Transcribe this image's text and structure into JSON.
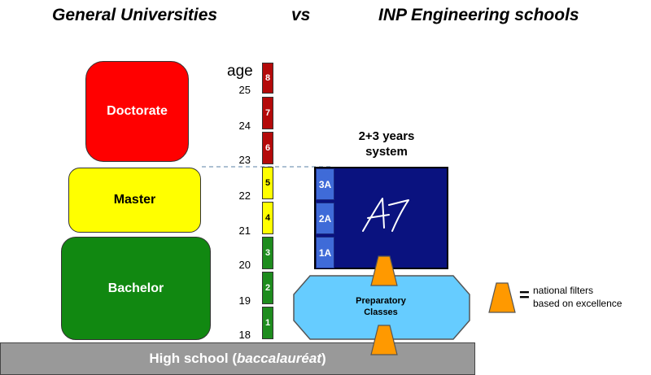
{
  "header": {
    "left_title": "General Universities",
    "vs": "vs",
    "right_title": "INP Engineering schools"
  },
  "university_levels": {
    "doctorate": "Doctorate",
    "master": "Master",
    "bachelor": "Bachelor"
  },
  "age_column": {
    "title": "age",
    "ages": [
      "25",
      "24",
      "23",
      "22",
      "21",
      "20",
      "19",
      "18"
    ]
  },
  "year_blocks": [
    "8",
    "7",
    "6",
    "5",
    "4",
    "3",
    "2",
    "1"
  ],
  "inp": {
    "system_title": "2+3 years system",
    "logo": "A7",
    "years": [
      "3A",
      "2A",
      "1A"
    ],
    "preparatory": "Preparatory Classes"
  },
  "base": {
    "label_prefix": "High school (",
    "label_italic": "baccalauréat",
    "label_suffix": ")"
  },
  "legend": {
    "eq": "=",
    "text_line1": "national filters",
    "text_line2": "based on excellence"
  },
  "colors": {
    "doctorate": "#ff0000",
    "master": "#ffff00",
    "bachelor": "#118811",
    "inp_box": "#0a127f",
    "inp_year": "#3f6bd8",
    "preparatory": "#66ccff",
    "filter": "#ff9900",
    "base": "#999999"
  }
}
